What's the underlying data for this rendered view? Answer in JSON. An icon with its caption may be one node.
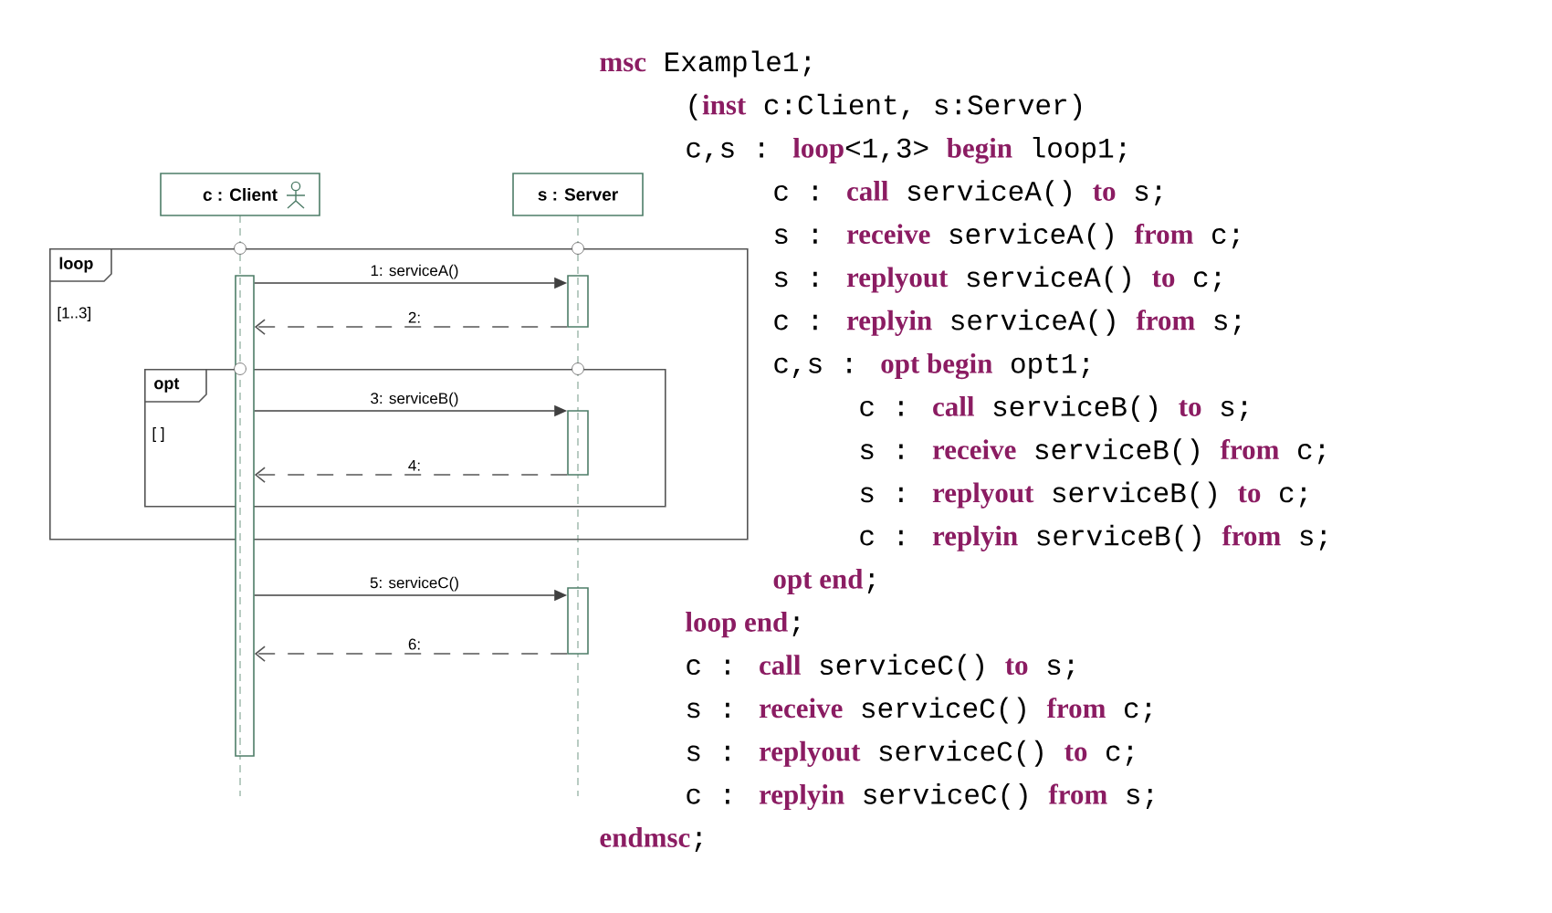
{
  "diagram": {
    "nodes": [
      {
        "text": [
          "c : Client"
        ]
      },
      {
        "text": [
          "s : Server"
        ]
      },
      {
        "text": [
          "loop",
          "[1..3]"
        ]
      },
      {
        "text": [
          "opt",
          "[ ]"
        ],
        "in": 2
      },
      {
        "text": [],
        "shape": "bar"
      },
      {
        "text": [],
        "shape": "bar",
        "in": 2
      },
      {
        "text": [],
        "shape": "bar",
        "in": 3
      },
      {
        "text": [],
        "shape": "bar"
      }
    ],
    "edges": [
      {
        "from": 4,
        "to": 5,
        "arrow": "to",
        "label": "1: serviceA()"
      },
      {
        "from": 5,
        "to": 4,
        "arrow": "to",
        "label": "2:",
        "style": "dashed"
      },
      {
        "from": 4,
        "to": 6,
        "arrow": "to",
        "label": "3: serviceB()"
      },
      {
        "from": 6,
        "to": 4,
        "arrow": "to",
        "label": "4:",
        "style": "dashed"
      },
      {
        "from": 4,
        "to": 7,
        "arrow": "to",
        "label": "5: serviceC()"
      },
      {
        "from": 7,
        "to": 4,
        "arrow": "to",
        "label": "6:",
        "style": "dashed"
      }
    ],
    "labels": [
      "**msc** Example1;",
      "(**inst** c:Client, s:Server)",
      "c,s : **loop**<1,3> **begin** loop1;",
      "c : **call** serviceA() **to** s;",
      "s : **receive** serviceA() **from** c;",
      "s : **replyout** serviceA() **to** c;",
      "c : **replyin** serviceA() **from** s;",
      "c,s : **opt begin** opt1;",
      "c : **call** serviceB() **to** s;",
      "s : **receive** serviceB() **from** c;",
      "s : **replyout** serviceB() **to** c;",
      "c : **replyin** serviceB() **from** s;",
      "**opt end**;",
      "**loop end**;",
      "c : **call** serviceC() **to** s;",
      "s : **receive** serviceC() **from** c;",
      "s : **replyout** serviceC() **to** c;",
      "c : **replyin** serviceC() **from** s;",
      "**endmsc**;"
    ]
  }
}
